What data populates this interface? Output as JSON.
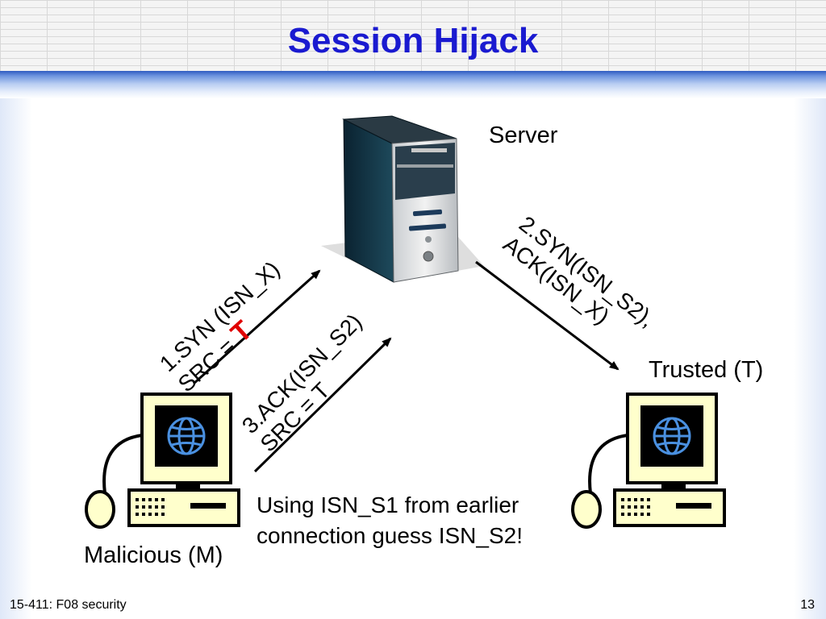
{
  "slide": {
    "title": "Session Hijack",
    "footer_left": "15-411: F08 security",
    "page_number": "13"
  },
  "nodes": {
    "server": "Server",
    "trusted": "Trusted (T)",
    "malicious": "Malicious (M)"
  },
  "messages": {
    "msg1_line1": "1.SYN (ISN_X)",
    "msg1_line2_prefix": "SRC = ",
    "msg1_line2_highlight": "T",
    "msg2_line1": "2.SYN(ISN_S2),",
    "msg2_line2": "ACK(ISN_X)",
    "msg3_line1": "3.ACK(ISN_S2)",
    "msg3_line2": "SRC = T"
  },
  "note": {
    "line1": "Using ISN_S1 from earlier",
    "line2": "connection guess ISN_S2!"
  },
  "icons": {
    "server": "server-tower-icon",
    "malicious": "desktop-computer-icon",
    "trusted": "desktop-computer-icon",
    "screen_symbol": "globe-icon"
  },
  "colors": {
    "title": "#1a1ad0",
    "highlight": "#e00000",
    "computer_body": "#ffffcc",
    "screen": "#000000",
    "globe": "#4a90e0"
  }
}
